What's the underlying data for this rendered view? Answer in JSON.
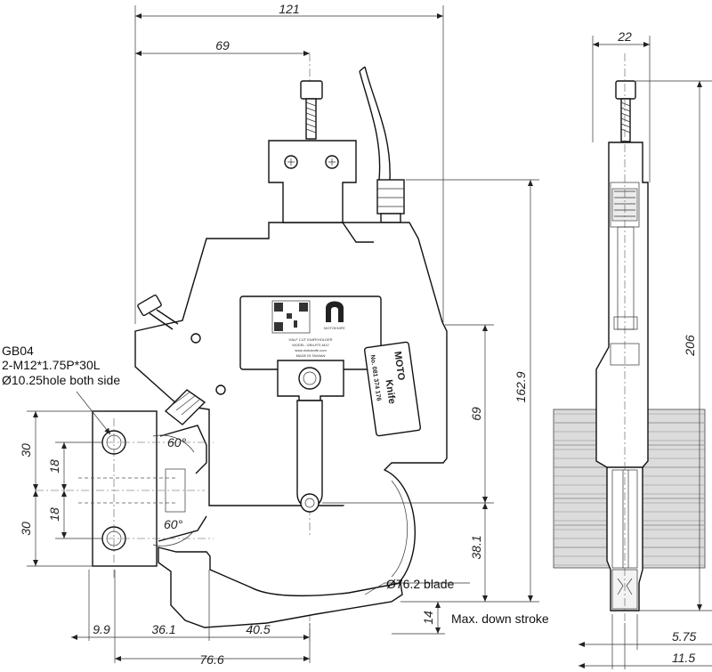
{
  "dimensions": {
    "overall_width": "121",
    "center_offset": "69",
    "side_width": "22",
    "side_height": "206",
    "height_total": "162.9",
    "height_upper": "69",
    "height_lower": "38.1",
    "stroke_value": "14",
    "bottom_9_9": "9.9",
    "bottom_36_1": "36.1",
    "bottom_40_5": "40.5",
    "bottom_76_6": "76.6",
    "left_30_top": "30",
    "left_18_top": "18",
    "left_18_bottom": "18",
    "left_30_bottom": "30",
    "side_5_75": "5.75",
    "side_11_5": "11.5",
    "angle_top": "60°",
    "angle_bottom": "60°"
  },
  "notes": {
    "mount_code": "GB04",
    "mount_thread": "2-M12*1.75P*30L",
    "mount_hole": "Ø10.25hole both side",
    "blade": "Ø76.2 blade",
    "stroke": "Max. down stroke"
  },
  "labels": {
    "logo_text": "MOTOKNIFE",
    "plate_line_1": "HALF CUT KNIFEHOLDER",
    "plate_line_2": "MODEL: GB4-RTI-M12",
    "plate_line_3": "www.motoknife.com",
    "plate_line_4": "MADE IN TAIWAN",
    "side_brand_1": "MOTO",
    "side_brand_2": "Knife",
    "side_serial": "No. 081 374 176"
  },
  "colors": {
    "line": "#111111",
    "fill_gray": "#d9d9d9"
  }
}
